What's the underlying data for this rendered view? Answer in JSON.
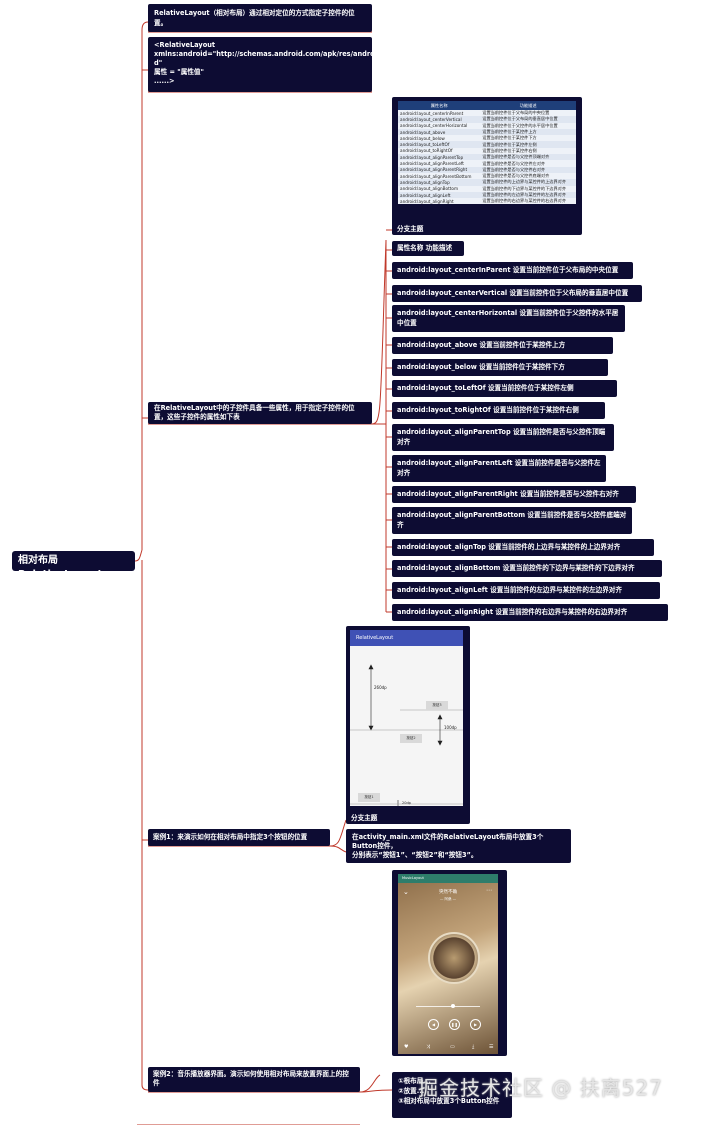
{
  "root": "相对布局RelativeLayout",
  "branches": {
    "intro": "RelativeLayout（相对布局）通过相对定位的方式指定子控件的位置。",
    "xml": [
      "<RelativeLayout",
      "xmlns:android=\"http://schemas.android.com/apk/res/androi",
      "d\"",
      "属性 = \"属性值\"",
      "......>"
    ],
    "attrs_desc": "在RelativeLayout中的子控件具备一些属性，用于指定子控件的位置，这些子控件的属性如下表",
    "case1": "案例1：来演示如何在相对布局中指定3个按钮的位置",
    "case2": "案例2：音乐播放器界面。演示如何使用相对布局来放置界面上的控件"
  },
  "attr_table": {
    "caption": "分支主题",
    "header": [
      "属性名称",
      "功能描述"
    ],
    "rows": [
      [
        "android:layout_centerInParent",
        "设置当前控件位于父布局的中央位置"
      ],
      [
        "android:layout_centerVertical",
        "设置当前控件位于父布局的垂直居中位置"
      ],
      [
        "android:layout_centerHorizontal",
        "设置当前控件位于父控件的水平居中位置"
      ],
      [
        "android:layout_above",
        "设置当前控件位于某控件上方"
      ],
      [
        "android:layout_below",
        "设置当前控件位于某控件下方"
      ],
      [
        "android:layout_toLeftOf",
        "设置当前控件位于某控件左侧"
      ],
      [
        "android:layout_toRightOf",
        "设置当前控件位于某控件右侧"
      ],
      [
        "android:layout_alignParentTop",
        "设置当前控件是否与父控件顶端对齐"
      ],
      [
        "android:layout_alignParentLeft",
        "设置当前控件是否与父控件左对齐"
      ],
      [
        "android:layout_alignParentRight",
        "设置当前控件是否与父控件右对齐"
      ],
      [
        "android:layout_alignParentBottom",
        "设置当前控件是否与父控件底端对齐"
      ],
      [
        "android:layout_alignTop",
        "设置当前控件的上边界与某控件的上边界对齐"
      ],
      [
        "android:layout_alignBottom",
        "设置当前控件的下边界与某控件的下边界对齐"
      ],
      [
        "android:layout_alignLeft",
        "设置当前控件的左边界与某控件的左边界对齐"
      ],
      [
        "android:layout_alignRight",
        "设置当前控件的右边界与某控件的右边界对齐"
      ]
    ]
  },
  "attr_nodes": [
    "属性名称 功能描述",
    "android:layout_centerInParent 设置当前控件位于父布局的中央位置",
    "android:layout_centerVertical 设置当前控件位于父布局的垂直居中位置",
    "android:layout_centerHorizontal 设置当前控件位于父控件的水平居中位置",
    "android:layout_above 设置当前控件位于某控件上方",
    "android:layout_below 设置当前控件位于某控件下方",
    "android:layout_toLeftOf 设置当前控件位于某控件左侧",
    "android:layout_toRightOf 设置当前控件位于某控件右侧",
    "android:layout_alignParentTop 设置当前控件是否与父控件顶端对齐",
    "android:layout_alignParentLeft 设置当前控件是否与父控件左对齐",
    "android:layout_alignParentRight 设置当前控件是否与父控件右对齐",
    "android:layout_alignParentBottom 设置当前控件是否与父控件底端对齐",
    "android:layout_alignTop 设置当前控件的上边界与某控件的上边界对齐",
    "android:layout_alignBottom 设置当前控件的下边界与某控件的下边界对齐",
    "android:layout_alignLeft 设置当前控件的左边界与某控件的左边界对齐",
    "android:layout_alignRight 设置当前控件的右边界与某控件的右边界对齐"
  ],
  "case1_screen": {
    "app_title": "RelativeLayout",
    "dim_260": "260dp",
    "dim_100": "100dp",
    "dim_20": "20dp",
    "btn1": "按钮1",
    "btn2": "按钮2",
    "btn3": "按钮3",
    "caption": "分支主题"
  },
  "case1_detail": [
    "在activity_main.xml文件的RelativeLayout布局中放置3个Button控件，",
    "分别表示“按钮1”、“按钮2”和“按钮3”。"
  ],
  "case2_screen": {
    "app_title": "MusicLayout",
    "song": "突然不确",
    "artist": "— 阿桑 —"
  },
  "case2_detail": [
    "①根布局...",
    "②放置...",
    "③相对布局中放置3个Button控件"
  ],
  "watermark": "掘金技术社区 @ 扶离527",
  "colors": {
    "node_bg": "#0d0c33",
    "line": "#c0392b",
    "table_header": "#1f3f7a"
  }
}
